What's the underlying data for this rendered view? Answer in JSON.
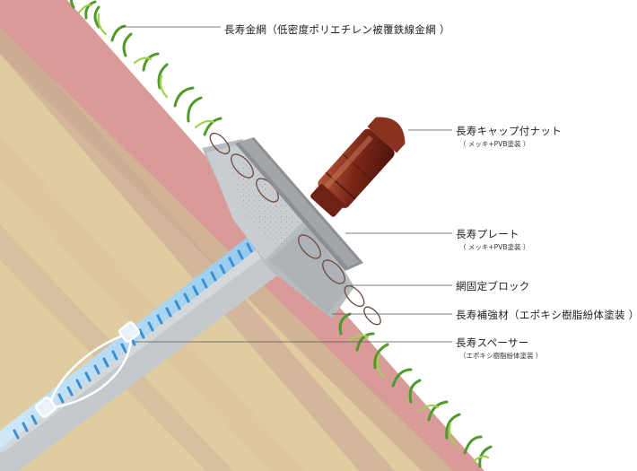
{
  "labels": {
    "wire_mesh": "長寿金網（低密度ポリエチレン被覆鉄線金網 ）",
    "cap_nut": "長寿キャップ付ナット",
    "cap_nut_sub": "（ メッキ+PVB塗装 ）",
    "plate": "長寿プレート",
    "plate_sub": "（ メッキ+PVB塗装 ）",
    "block": "網固定ブロック",
    "reinforcement": "長寿補強材（エポキシ樹脂紛体塗装 ）",
    "spacer": "長寿スペーサー",
    "spacer_sub": "（エポキシ樹脂紛体塗装 ）"
  },
  "colors": {
    "soil_dark": "#c9a593",
    "soil_light": "#d8c79c",
    "soil_sand": "#e3d6a6",
    "pink_layer": "#d99b98",
    "grass": "#5daa2e",
    "grass_light": "#a8d25a",
    "nut": "#8a2f1c",
    "rod": "#4a9fd8",
    "grout": "#c8cdd2"
  }
}
